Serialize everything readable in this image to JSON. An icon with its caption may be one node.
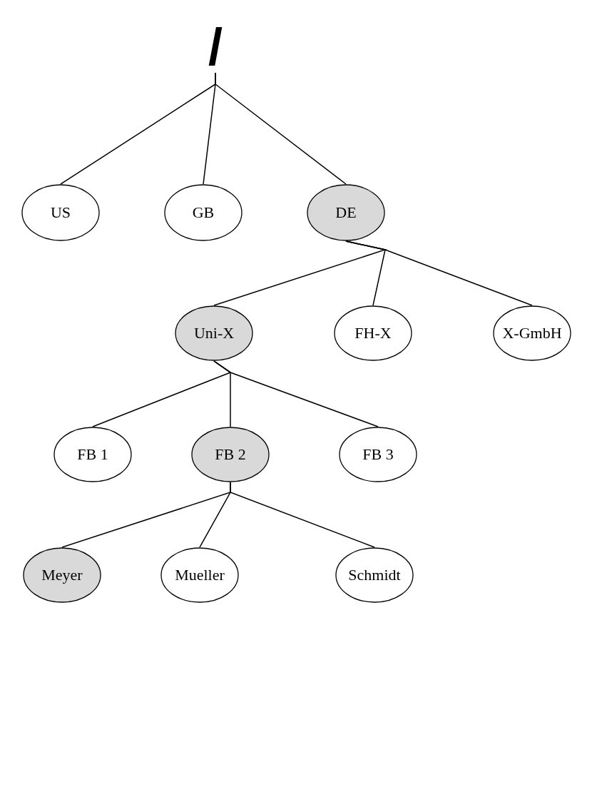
{
  "diagram": {
    "nodes": [
      {
        "text": [
          "/"
        ]
      },
      {
        "text": [
          "US"
        ]
      },
      {
        "text": [
          "GB"
        ]
      },
      {
        "text": [
          "DE"
        ]
      },
      {
        "text": [
          "Uni-X"
        ]
      },
      {
        "text": [
          "FH-X"
        ]
      },
      {
        "text": [
          "X-GmbH"
        ]
      },
      {
        "text": [
          "FB 1"
        ]
      },
      {
        "text": [
          "FB 2"
        ]
      },
      {
        "text": [
          "FB 3"
        ]
      },
      {
        "text": [
          "Meyer"
        ]
      },
      {
        "text": [
          "Mueller"
        ]
      },
      {
        "text": [
          "Schmidt"
        ]
      }
    ],
    "edges": [
      {
        "from": 0,
        "to": 1,
        "arrow": "none"
      },
      {
        "from": 0,
        "to": 2,
        "arrow": "none"
      },
      {
        "from": 0,
        "to": 3,
        "arrow": "none"
      },
      {
        "from": 3,
        "to": 4,
        "arrow": "none"
      },
      {
        "from": 3,
        "to": 5,
        "arrow": "none"
      },
      {
        "from": 3,
        "to": 6,
        "arrow": "none"
      },
      {
        "from": 4,
        "to": 7,
        "arrow": "none"
      },
      {
        "from": 4,
        "to": 8,
        "arrow": "none"
      },
      {
        "from": 4,
        "to": 9,
        "arrow": "none"
      },
      {
        "from": 8,
        "to": 10,
        "arrow": "none"
      },
      {
        "from": 8,
        "to": 11,
        "arrow": "none"
      },
      {
        "from": 8,
        "to": 12,
        "arrow": "none"
      }
    ]
  }
}
